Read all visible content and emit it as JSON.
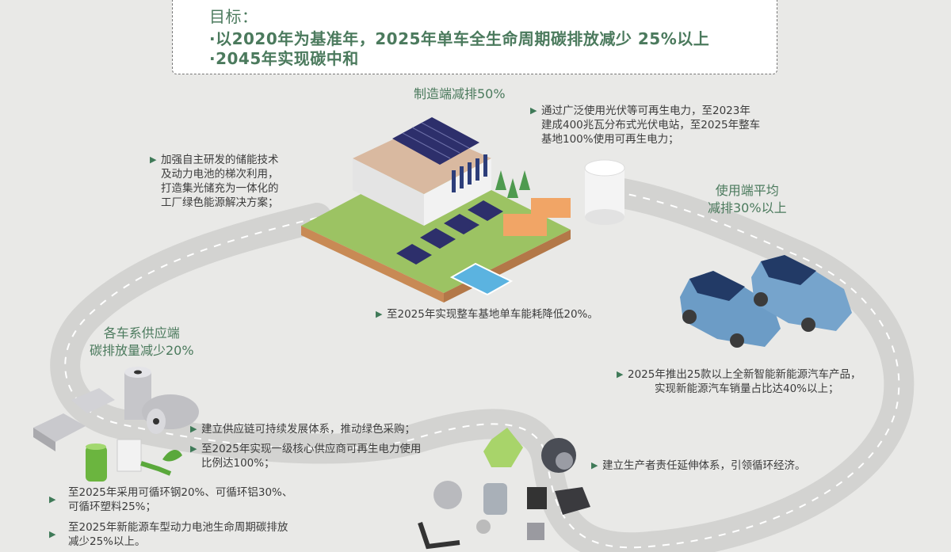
{
  "goal_box": {
    "title": "目标：",
    "lines": [
      "·以2020年为基准年，2025年单车全生命周期碳排放减少 25%以上",
      "·2045年实现碳中和"
    ]
  },
  "headings": {
    "manufacturing": "制造端减排50%",
    "usage": [
      "使用端平均",
      "减排30%以上"
    ],
    "supply": [
      "各车系供应端",
      "碳排放量减少20%"
    ]
  },
  "notes": {
    "storage": [
      "加强自主研发的储能技术",
      "及动力电池的梯次利用，",
      "打造集光储充为一体化的",
      "工厂绿色能源解决方案；"
    ],
    "solar": [
      "通过广泛使用光伏等可再生电力，至2023年",
      "建成400兆瓦分布式光伏电站，至2025年整车",
      "基地100%使用可再生电力；"
    ],
    "energy": [
      "至2025年实现整车基地单车能耗降低20%。"
    ],
    "nev": [
      "2025年推出25款以上全新智能新能源汽车产品，",
      "实现新能源汽车销量占比达40%以上；"
    ],
    "supply_chain": [
      "建立供应链可持续发展体系，推动绿色采购；"
    ],
    "supplier_power": [
      "至2025年实现一级核心供应商可再生电力使用",
      "比例达100%；"
    ],
    "recycled": [
      "至2025年采用可循环钢20%、可循环铝30%、",
      "可循环塑料25%；"
    ],
    "battery": [
      "至2025年新能源车型动力电池生命周期碳排放",
      "减少25%以上。"
    ],
    "epr": [
      "建立生产者责任延伸体系，引领循环经济。"
    ]
  },
  "bullet_glyph": "▶",
  "illustrations": {
    "factory": "factory-with-solar-roof",
    "cars": "two-blue-electric-cars",
    "materials": "metal-ingots-and-aluminum-rolls",
    "battery": "green-battery",
    "plug": "green-power-plug",
    "recycle": "recycle-symbol",
    "parts": "recycled-auto-parts"
  },
  "colors": {
    "background": "#e9e9e7",
    "road": "#d3d3d1",
    "road_dash": "#ffffff",
    "accent_green": "#4b7a5d",
    "bullet_green": "#3f7a58",
    "text": "#3c3c3c",
    "grass": "#9cc363",
    "solar_panel": "#2d2f6b",
    "car_blue": "#6c9cc6"
  }
}
